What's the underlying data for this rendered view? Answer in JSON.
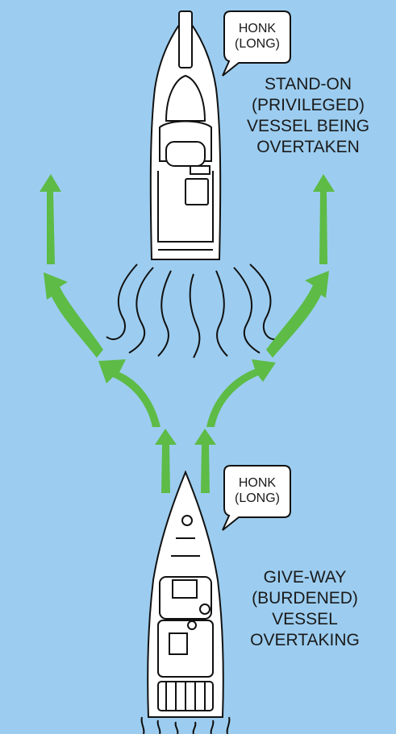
{
  "colors": {
    "water": "#9ccdf0",
    "arrow": "#5dbb46",
    "hull": "#ffffff",
    "outline": "#111111"
  },
  "stand_on": {
    "bubble": "HONK\n(LONG)",
    "label": "STAND-ON\n(PRIVILEGED)\nVESSEL BEING\nOVERTAKEN"
  },
  "give_way": {
    "bubble": "HONK\n(LONG)",
    "label": "GIVE-WAY\n(BURDENED)\nVESSEL\nOVERTAKING"
  }
}
